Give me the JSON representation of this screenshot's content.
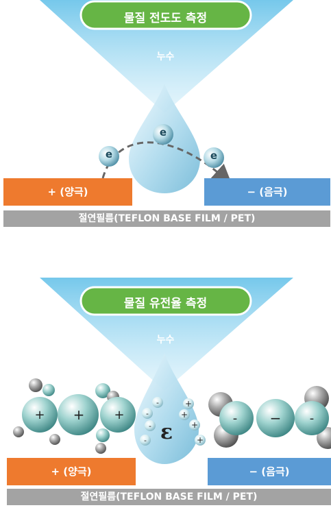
{
  "panels": [
    {
      "title": "물질 전도도 측정",
      "leak_label": "누수",
      "positive_label": "+ (양극)",
      "negative_label": "− (음극)",
      "film_label": "절연필름(TEFLON BASE FILM / PET)",
      "electron_label": "e"
    },
    {
      "title": "물질 유전율 측정",
      "leak_label": "누수",
      "positive_label": "+ (양극)",
      "negative_label": "− (음극)",
      "film_label": "절연필름(TEFLON BASE FILM / PET)",
      "epsilon_symbol": "ε"
    }
  ],
  "colors": {
    "title_pill": "#66b545",
    "funnel": "#6ec5ea",
    "positive_electrode": "#ee7a2e",
    "negative_electrode": "#5b9bd5",
    "film": "#a3a3a3"
  }
}
